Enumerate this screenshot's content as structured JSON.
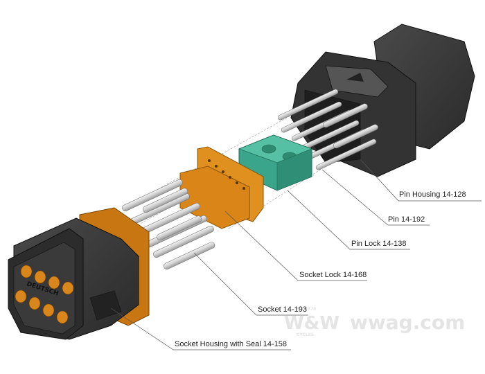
{
  "labels": {
    "pin_housing": "Pin Housing 14-128",
    "pin": "Pin 14-192",
    "pin_lock": "Pin Lock 14-138",
    "socket_lock": "Socket Lock 14-168",
    "socket": "Socket 14-193",
    "socket_housing": "Socket Housing with Seal 14-158"
  },
  "housing_marking": "DEUTSCH",
  "watermark": {
    "brand": "W&W",
    "site": "wwag.com",
    "tag_top": "EST 1978",
    "tag_bottom": "CYCLES"
  },
  "colors": {
    "housing_dark": "#3a3a3a",
    "seal_orange": "#d9861c",
    "lock_green": "#3aa58a",
    "socket_lock_orange": "#e0901e",
    "metal": "#d8d8d8"
  }
}
